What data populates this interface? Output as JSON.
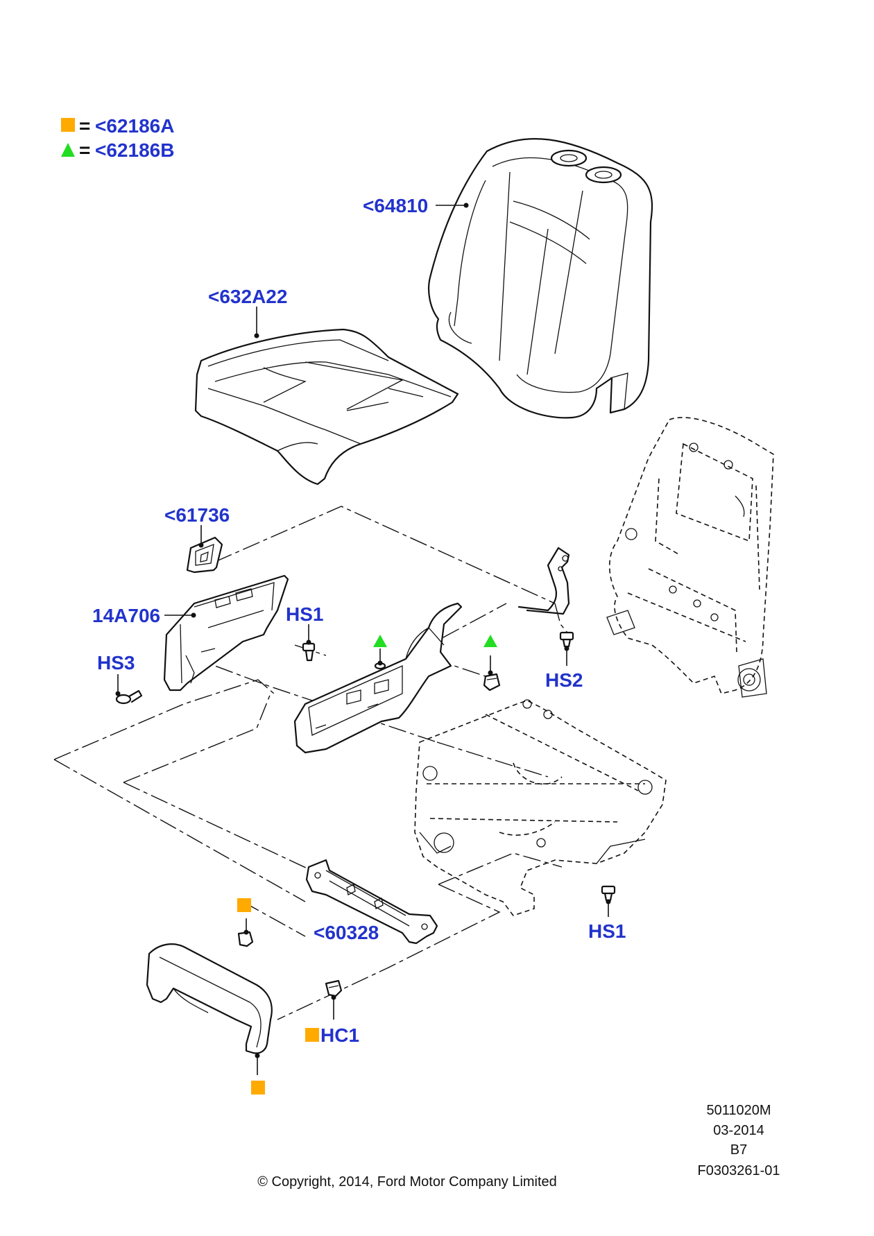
{
  "legend": [
    {
      "symbol": "square",
      "color": "#ffaa00",
      "eq": "=",
      "label": "<62186A"
    },
    {
      "symbol": "triangle",
      "color": "#22dd22",
      "eq": "=",
      "label": "<62186B"
    }
  ],
  "callouts": {
    "seat_back_pad": "<64810",
    "seat_cushion_pad": "<632A22",
    "switch_bezel": "<61736",
    "side_shield": "14A706",
    "screw_hs1_upper": "HS1",
    "screw_hs3": "HS3",
    "screw_hs2": "HS2",
    "screw_hs1_lower": "HS1",
    "front_bracket": "<60328",
    "clip_hc1": "HC1"
  },
  "marker_colors": {
    "square": "#ffaa00",
    "triangle": "#22dd22"
  },
  "footer": {
    "ref_code": "5011020M",
    "date": "03-2014",
    "variant": "B7",
    "figure_id": "F0303261-01",
    "copyright": "© Copyright, 2014, Ford Motor Company Limited"
  }
}
